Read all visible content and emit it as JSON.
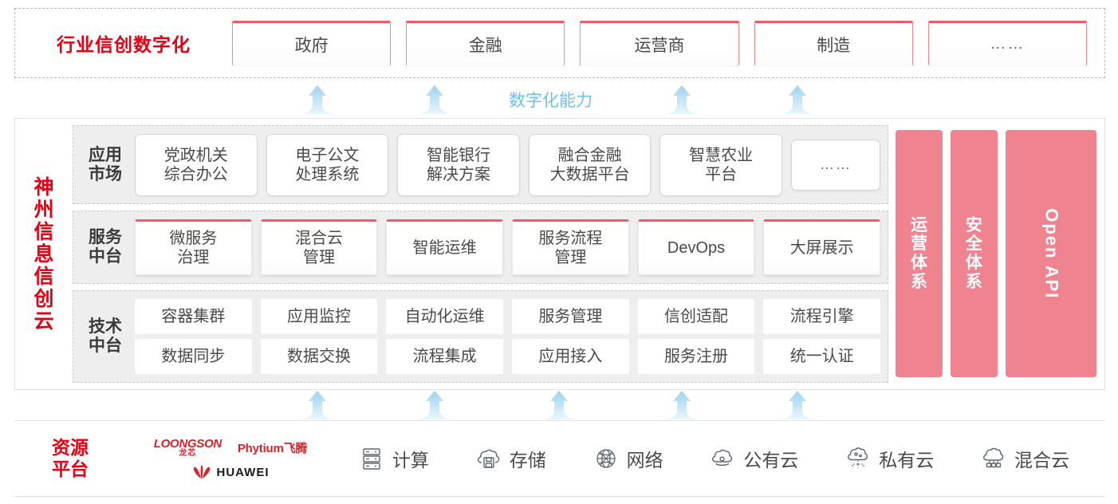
{
  "colors": {
    "brand_red": "#e60012",
    "accent_pink": "#ef5b69",
    "pillar_salmon": "#ef8490",
    "arrow_blue": "#aedcf5",
    "capability_text": "#6ec0ee",
    "tier_bg": "#eeeeee"
  },
  "industry": {
    "title": "行业信创数字化",
    "items": [
      {
        "label": "政府"
      },
      {
        "label": "金融"
      },
      {
        "label": "运营商"
      },
      {
        "label": "制造"
      },
      {
        "label": "……"
      }
    ]
  },
  "capability": {
    "label": "数字化能力"
  },
  "cloud": {
    "side_title_chars": [
      "神",
      "州",
      "信",
      "息",
      "信",
      "创",
      "云"
    ],
    "tiers": [
      {
        "label": "应用\n市场",
        "label_lines": [
          "应用",
          "市场"
        ],
        "items": [
          {
            "label": "党政机关\n综合办公",
            "lines": [
              "党政机关",
              "综合办公"
            ]
          },
          {
            "label": "电子公文\n处理系统",
            "lines": [
              "电子公文",
              "处理系统"
            ]
          },
          {
            "label": "智能银行\n解决方案",
            "lines": [
              "智能银行",
              "解决方案"
            ]
          },
          {
            "label": "融合金融\n大数据平台",
            "lines": [
              "融合金融",
              "大数据平台"
            ]
          },
          {
            "label": "智慧农业\n平台",
            "lines": [
              "智慧农业",
              "平台"
            ]
          },
          {
            "label": "……",
            "lines": [
              "……"
            ],
            "dots": true
          }
        ]
      },
      {
        "label": "服务\n中台",
        "label_lines": [
          "服务",
          "中台"
        ],
        "items": [
          {
            "label": "微服务\n治理",
            "lines": [
              "微服务",
              "治理"
            ]
          },
          {
            "label": "混合云\n管理",
            "lines": [
              "混合云",
              "管理"
            ]
          },
          {
            "label": "智能运维",
            "lines": [
              "智能运维"
            ]
          },
          {
            "label": "服务流程\n管理",
            "lines": [
              "服务流程",
              "管理"
            ]
          },
          {
            "label": "DevOps",
            "lines": [
              "DevOps"
            ]
          },
          {
            "label": "大屏展示",
            "lines": [
              "大屏展示"
            ]
          }
        ]
      },
      {
        "label": "技术\n中台",
        "label_lines": [
          "技术",
          "中台"
        ],
        "row1": [
          {
            "label": "容器集群"
          },
          {
            "label": "应用监控"
          },
          {
            "label": "自动化运维"
          },
          {
            "label": "服务管理"
          },
          {
            "label": "信创适配"
          },
          {
            "label": "流程引擎"
          }
        ],
        "row2": [
          {
            "label": "数据同步"
          },
          {
            "label": "数据交换"
          },
          {
            "label": "流程集成"
          },
          {
            "label": "应用接入"
          },
          {
            "label": "服务注册"
          },
          {
            "label": "统一认证"
          }
        ]
      }
    ],
    "pillars": [
      {
        "label": "运营体系",
        "chars": [
          "运",
          "营",
          "体",
          "系"
        ],
        "rotated": false
      },
      {
        "label": "安全体系",
        "chars": [
          "安",
          "全",
          "体",
          "系"
        ],
        "rotated": false
      },
      {
        "label": "Open API",
        "chars": [],
        "rotated": true
      }
    ]
  },
  "resource": {
    "title_lines": [
      "资源",
      "平台"
    ],
    "vendors": [
      {
        "name_en": "LOONGSON",
        "name_cn": "龙芯"
      },
      {
        "name": "Phytium飞腾"
      },
      {
        "name": "HUAWEI"
      }
    ],
    "items": [
      {
        "label": "计算",
        "icon": "server-icon"
      },
      {
        "label": "存储",
        "icon": "cloud-storage-icon"
      },
      {
        "label": "网络",
        "icon": "network-globe-icon"
      },
      {
        "label": "公有云",
        "icon": "public-cloud-icon"
      },
      {
        "label": "私有云",
        "icon": "private-cloud-icon"
      },
      {
        "label": "混合云",
        "icon": "hybrid-cloud-icon"
      }
    ]
  }
}
